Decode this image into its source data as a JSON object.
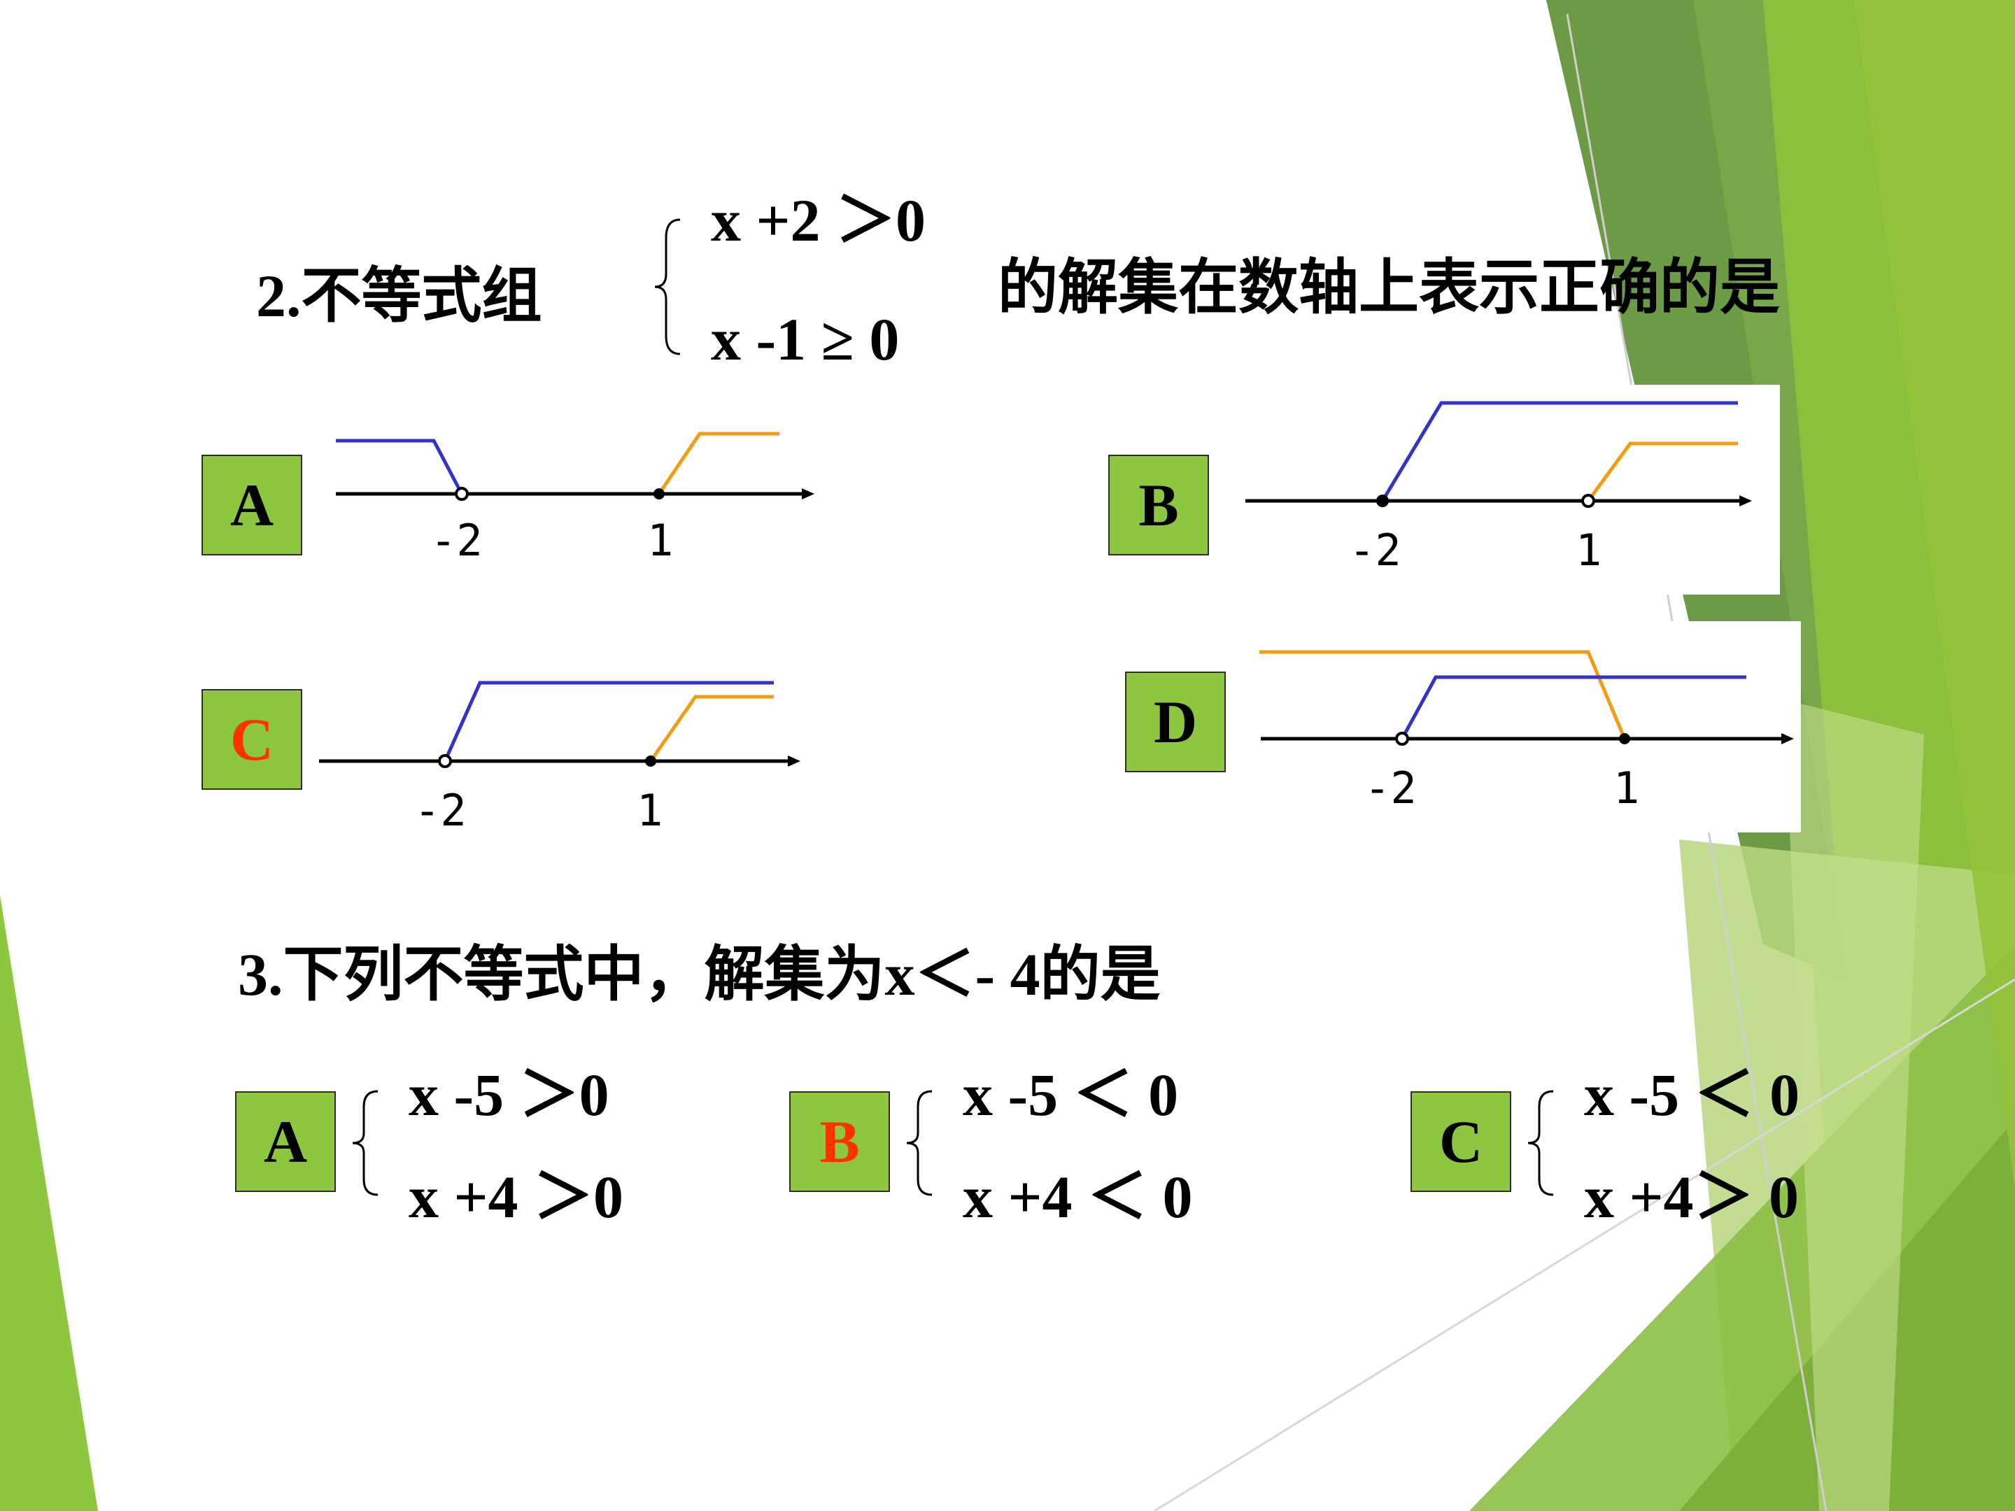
{
  "colors": {
    "option_bg": "#8dc63f",
    "correct": "#ff3300",
    "blue_line": "#3333cc",
    "orange_line": "#f39c12",
    "green_dark": "#6a9b3c",
    "green_light": "#a2c95a"
  },
  "q2": {
    "lead": "2.不等式组",
    "ineq1": "x +2 ＞0",
    "ineq2": "x -1 ≥ 0",
    "tail": "的解集在数轴上表示正确的是",
    "options": [
      {
        "label": "A",
        "ticks": [
          "-2",
          "1"
        ],
        "correct": false
      },
      {
        "label": "B",
        "ticks": [
          "-2",
          "1"
        ],
        "correct": false
      },
      {
        "label": "C",
        "ticks": [
          "-2",
          "1"
        ],
        "correct": true
      },
      {
        "label": "D",
        "ticks": [
          "-2",
          "1"
        ],
        "correct": false
      }
    ]
  },
  "q3": {
    "title": "3.下列不等式中，解集为x＜- 4的是",
    "options": [
      {
        "label": "A",
        "ineq1": "x -5 ＞0",
        "ineq2": "x +4 ＞0",
        "correct": false
      },
      {
        "label": "B",
        "ineq1": "x -5 ＜ 0",
        "ineq2": "x +4 ＜ 0",
        "correct": true
      },
      {
        "label": "C",
        "ineq1": "x -5 ＜ 0",
        "ineq2": "x +4＞ 0",
        "correct": false
      }
    ]
  }
}
